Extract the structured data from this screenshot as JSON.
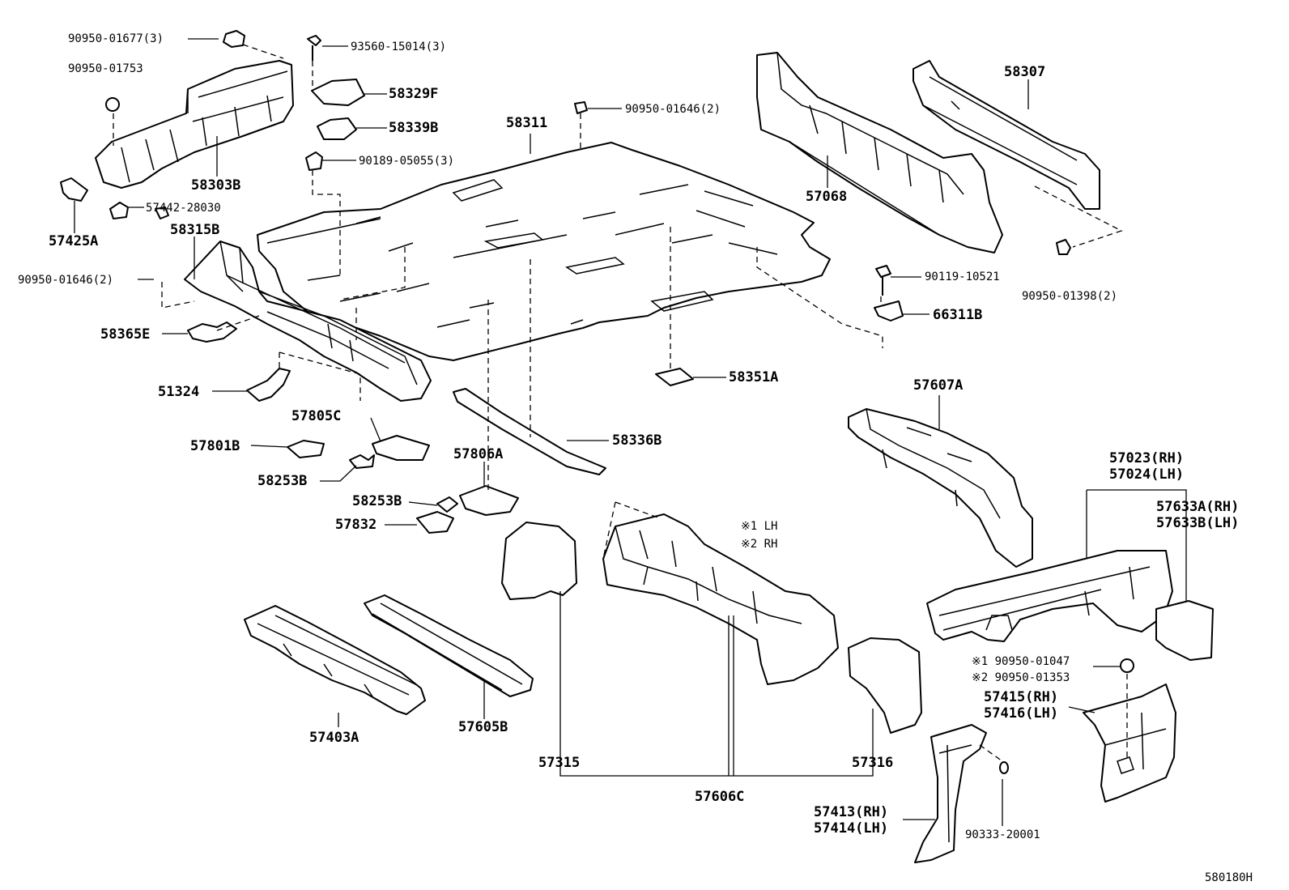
{
  "diagram_id": "580180H",
  "notes": {
    "lh": "※1 LH",
    "rh": "※2 RH"
  },
  "parts": {
    "p9095001677": "90950-01677(3)",
    "p9095001753": "90950-01753",
    "p58303B": "58303B",
    "p5744228030": "57442-28030",
    "p57425A": "57425A",
    "p58315B": "58315B",
    "p9095001646_left": "90950-01646(2)",
    "p58365E": "58365E",
    "p51324": "51324",
    "p9356015014": "93560-15014(3)",
    "p58329F": "58329F",
    "p58339B": "58339B",
    "p9018905055": "90189-05055(3)",
    "p58311": "58311",
    "p9095001646_top": "90950-01646(2)",
    "p57068": "57068",
    "p58307": "58307",
    "p9011910521": "90119-10521",
    "p9095001398": "90950-01398(2)",
    "p66311B": "66311B",
    "p58351A": "58351A",
    "p57805C": "57805C",
    "p57801B": "57801B",
    "p58253B_a": "58253B",
    "p58336B": "58336B",
    "p57806A": "57806A",
    "p58253B_b": "58253B",
    "p57832": "57832",
    "p57607A": "57607A",
    "p57023": "57023(RH)",
    "p57024": "57024(LH)",
    "p57633A": "57633A(RH)",
    "p57633B": "57633B(LH)",
    "p9095001047": "※1 90950-01047",
    "p9095001353": "※2 90950-01353",
    "p57415": "57415(RH)",
    "p57416": "57416(LH)",
    "p57403A": "57403A",
    "p57605B": "57605B",
    "p57315": "57315",
    "p57606C": "57606C",
    "p57316": "57316",
    "p57413": "57413(RH)",
    "p57414": "57414(LH)",
    "p9033320001": "90333-20001"
  }
}
